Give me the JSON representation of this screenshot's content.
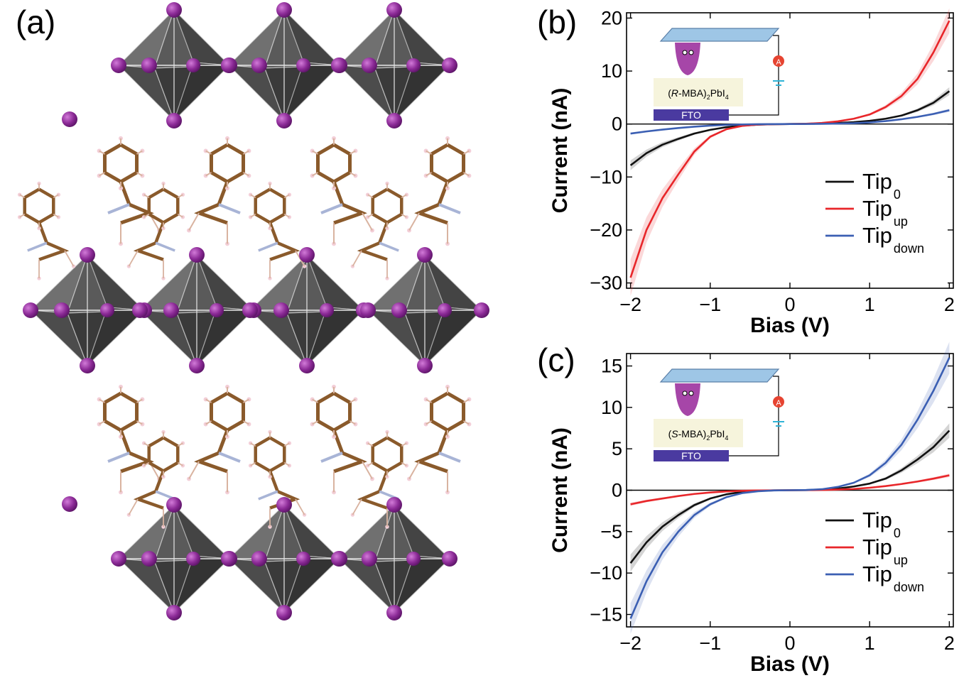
{
  "panels": {
    "a": {
      "label": "(a)"
    },
    "b": {
      "label": "(b)"
    },
    "c": {
      "label": "(c)"
    }
  },
  "chart_data": [
    {
      "panel": "b",
      "type": "line",
      "xlabel": "Bias (V)",
      "ylabel": "Current (nA)",
      "xlim": [
        -2.05,
        2.05
      ],
      "ylim": [
        -31,
        21
      ],
      "xticks": [
        -2,
        -1,
        0,
        1,
        2
      ],
      "yticks": [
        -30,
        -20,
        -10,
        0,
        10,
        20
      ],
      "legend_position": "bottom-right",
      "inset": {
        "sample": "R-MBA",
        "substrate": "FTO",
        "meter": "A"
      },
      "series": [
        {
          "name": "Tip",
          "sub": "0",
          "color": "#111111",
          "x": [
            -2.0,
            -1.8,
            -1.6,
            -1.4,
            -1.2,
            -1.0,
            -0.8,
            -0.6,
            -0.4,
            -0.2,
            0.0,
            0.2,
            0.4,
            0.6,
            0.8,
            1.0,
            1.2,
            1.4,
            1.6,
            1.8,
            2.0
          ],
          "y": [
            -7.8,
            -5.5,
            -3.9,
            -2.8,
            -1.8,
            -1.1,
            -0.6,
            -0.3,
            -0.12,
            -0.04,
            0,
            0.03,
            0.1,
            0.2,
            0.35,
            0.6,
            1.0,
            1.6,
            2.6,
            4.0,
            6.2
          ]
        },
        {
          "name": "Tip",
          "sub": "up",
          "color": "#e8262a",
          "x": [
            -2.0,
            -1.8,
            -1.6,
            -1.4,
            -1.2,
            -1.0,
            -0.8,
            -0.6,
            -0.4,
            -0.2,
            0.0,
            0.2,
            0.4,
            0.6,
            0.8,
            1.0,
            1.2,
            1.4,
            1.6,
            1.8,
            2.0
          ],
          "y": [
            -29,
            -20,
            -14,
            -9.5,
            -5.2,
            -2.4,
            -1.0,
            -0.35,
            -0.1,
            -0.03,
            0,
            0.05,
            0.2,
            0.5,
            1.0,
            1.8,
            3.2,
            5.3,
            8.5,
            13.5,
            19.5
          ]
        },
        {
          "name": "Tip",
          "sub": "down",
          "color": "#3b5fb3",
          "x": [
            -2.0,
            -1.8,
            -1.6,
            -1.4,
            -1.2,
            -1.0,
            -0.8,
            -0.6,
            -0.4,
            -0.2,
            0.0,
            0.2,
            0.4,
            0.6,
            0.8,
            1.0,
            1.2,
            1.4,
            1.6,
            1.8,
            2.0
          ],
          "y": [
            -1.8,
            -1.4,
            -1.05,
            -0.75,
            -0.5,
            -0.3,
            -0.17,
            -0.08,
            -0.03,
            -0.01,
            0,
            0.01,
            0.03,
            0.08,
            0.15,
            0.3,
            0.55,
            0.9,
            1.35,
            1.9,
            2.6
          ]
        }
      ]
    },
    {
      "panel": "c",
      "type": "line",
      "xlabel": "Bias (V)",
      "ylabel": "Current (nA)",
      "xlim": [
        -2.05,
        2.05
      ],
      "ylim": [
        -16.5,
        16.5
      ],
      "xticks": [
        -2,
        -1,
        0,
        1,
        2
      ],
      "yticks": [
        -15,
        -10,
        -5,
        0,
        5,
        10,
        15
      ],
      "legend_position": "bottom-right",
      "inset": {
        "sample": "S-MBA",
        "substrate": "FTO",
        "meter": "A"
      },
      "series": [
        {
          "name": "Tip",
          "sub": "0",
          "color": "#111111",
          "x": [
            -2.0,
            -1.8,
            -1.6,
            -1.4,
            -1.2,
            -1.0,
            -0.8,
            -0.6,
            -0.4,
            -0.2,
            0.0,
            0.2,
            0.4,
            0.6,
            0.8,
            1.0,
            1.2,
            1.4,
            1.6,
            1.8,
            2.0
          ],
          "y": [
            -8.8,
            -6.3,
            -4.4,
            -3.0,
            -1.8,
            -1.0,
            -0.5,
            -0.2,
            -0.07,
            -0.02,
            0,
            0.02,
            0.07,
            0.2,
            0.45,
            0.8,
            1.4,
            2.4,
            3.7,
            5.2,
            7.2
          ]
        },
        {
          "name": "Tip",
          "sub": "up",
          "color": "#e8262a",
          "x": [
            -2.0,
            -1.8,
            -1.6,
            -1.4,
            -1.2,
            -1.0,
            -0.8,
            -0.6,
            -0.4,
            -0.2,
            0.0,
            0.2,
            0.4,
            0.6,
            0.8,
            1.0,
            1.2,
            1.4,
            1.6,
            1.8,
            2.0
          ],
          "y": [
            -1.7,
            -1.3,
            -1.0,
            -0.7,
            -0.45,
            -0.27,
            -0.15,
            -0.07,
            -0.03,
            -0.01,
            0,
            0.01,
            0.03,
            0.08,
            0.15,
            0.3,
            0.5,
            0.75,
            1.05,
            1.4,
            1.8
          ]
        },
        {
          "name": "Tip",
          "sub": "down",
          "color": "#3b5fb3",
          "x": [
            -2.0,
            -1.8,
            -1.6,
            -1.4,
            -1.2,
            -1.0,
            -0.8,
            -0.6,
            -0.4,
            -0.2,
            0.0,
            0.2,
            0.4,
            0.6,
            0.8,
            1.0,
            1.2,
            1.4,
            1.6,
            1.8,
            2.0
          ],
          "y": [
            -15.5,
            -11.0,
            -7.5,
            -5.0,
            -3.0,
            -1.7,
            -0.85,
            -0.35,
            -0.12,
            -0.03,
            0,
            0.03,
            0.12,
            0.4,
            0.9,
            1.8,
            3.3,
            5.5,
            8.5,
            12.0,
            16.0
          ]
        }
      ]
    }
  ]
}
